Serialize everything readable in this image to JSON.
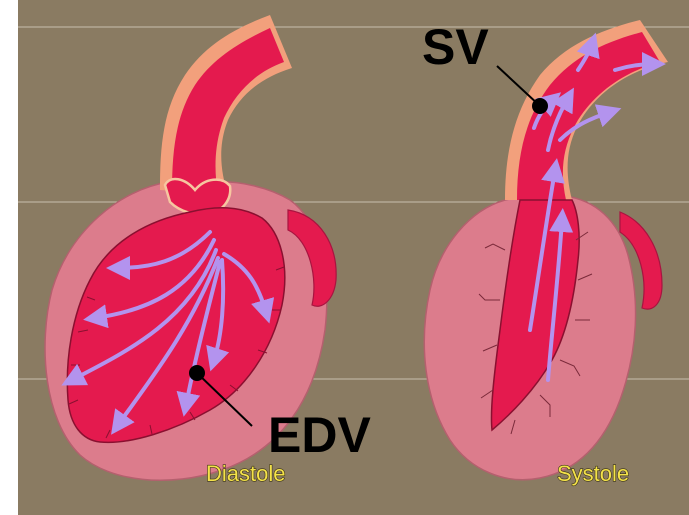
{
  "labels": {
    "sv": "SV",
    "edv": "EDV",
    "diastole": "Diastole",
    "systole": "Systole"
  },
  "colors": {
    "background": "#8a7b62",
    "pericardium": "#dc7c8c",
    "chamber": "#e41a4e",
    "aorta_wall": "#f2a07c",
    "arrow": "#b393ee",
    "caption": "#f4e24a"
  }
}
